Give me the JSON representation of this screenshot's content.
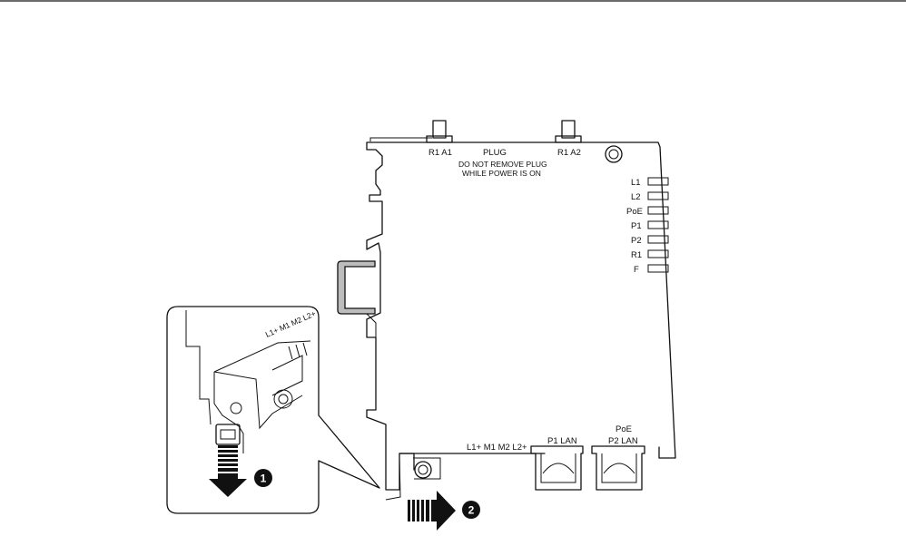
{
  "labels": {
    "relay_a1": "R1 A1",
    "relay_a2": "R1 A2",
    "plug": "PLUG",
    "warning_line1": "DO NOT REMOVE PLUG",
    "warning_line2": "WHILE POWER IS ON",
    "power_terminals": "L1+ M1 M2 L2+",
    "port1": "P1 LAN",
    "poe": "PoE",
    "port2": "P2 LAN",
    "inset_terminals": "L1+ M1 M2 L2+"
  },
  "leds": [
    "L1",
    "L2",
    "PoE",
    "P1",
    "P2",
    "R1",
    "F"
  ],
  "steps": {
    "step1": "1",
    "step2": "2"
  }
}
